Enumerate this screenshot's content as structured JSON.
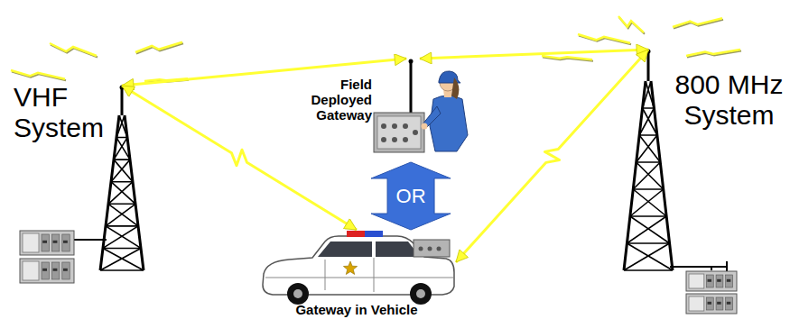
{
  "diagram": {
    "nodes": [
      {
        "text": [
          "VHF System"
        ]
      },
      {
        "text": [
          "Field Deployed Gateway"
        ]
      },
      {
        "text": [
          "800 MHz System"
        ]
      },
      {
        "text": [
          "Gateway in Vehicle"
        ]
      }
    ],
    "edges": [
      {
        "from": 0,
        "to": 1,
        "arrow": "both"
      },
      {
        "from": 1,
        "to": 2,
        "arrow": "both"
      },
      {
        "from": 0,
        "to": 3,
        "arrow": "both"
      },
      {
        "from": 3,
        "to": 2,
        "arrow": "both"
      },
      {
        "from": 1,
        "to": 3,
        "arrow": "both",
        "label": "OR"
      }
    ]
  }
}
